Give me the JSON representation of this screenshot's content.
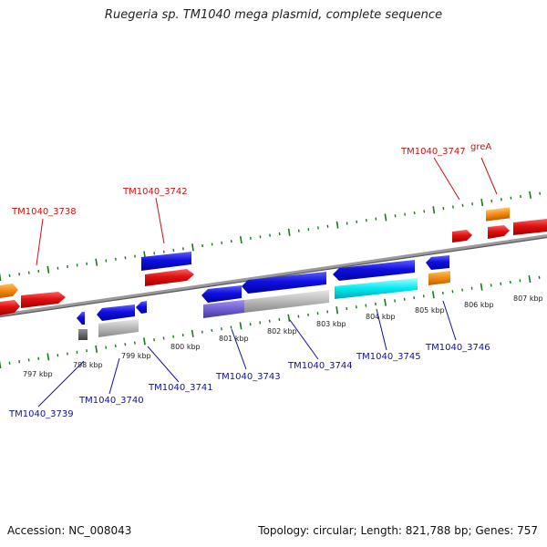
{
  "title": "Ruegeria sp. TM1040 mega plasmid, complete sequence",
  "footer": {
    "accession": "Accession: NC_008043",
    "summary": "Topology: circular; Length: 821,788 bp; Genes: 757"
  },
  "colors": {
    "forward_gene": "#e01010",
    "reverse_gene": "#1010e0",
    "rna": "#f08a10",
    "pseudo": "#b8b8b8",
    "highlight": "#00e8f0",
    "other": "#7060d0",
    "tick": "#1a7a1a",
    "backbone": "#8a8a8a",
    "label_top": "#cc1010",
    "label_bottom": "#1010aa"
  },
  "kbp_labels": [
    "797 kbp",
    "798 kbp",
    "799 kbp",
    "800 kbp",
    "801 kbp",
    "802 kbp",
    "803 kbp",
    "804 kbp",
    "805 kbp",
    "806 kbp",
    "807 kbp"
  ],
  "top_labels": [
    "TM1040_3738",
    "TM1040_3742",
    "TM1040_3747",
    "greA"
  ],
  "bottom_labels": [
    "TM1040_3739",
    "TM1040_3740",
    "TM1040_3741",
    "TM1040_3743",
    "TM1040_3744",
    "TM1040_3745",
    "TM1040_3746"
  ]
}
